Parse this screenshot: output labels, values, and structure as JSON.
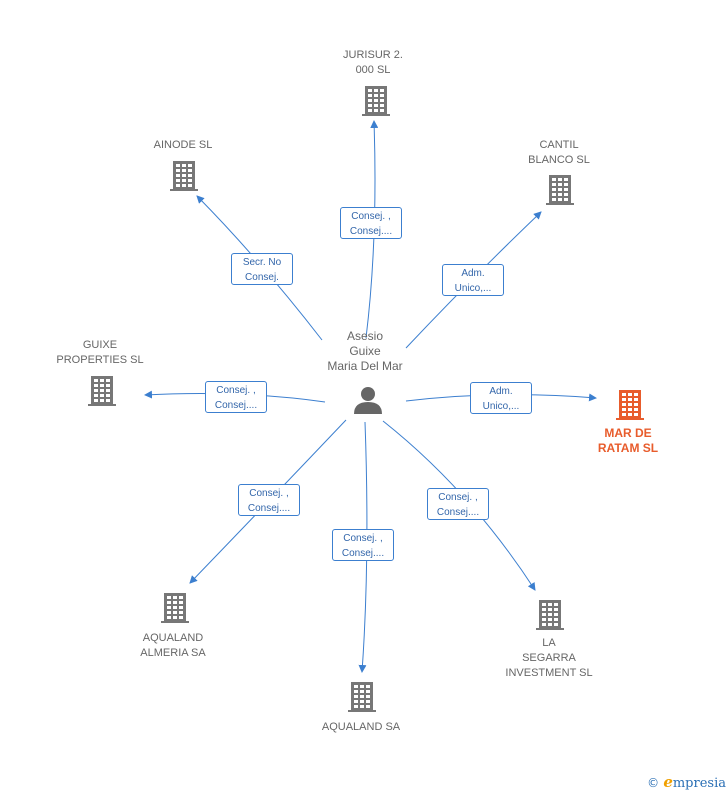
{
  "colors": {
    "edge": "#3c7fcf",
    "building": "#777777",
    "building_highlight": "#e85c2c",
    "person": "#666666"
  },
  "center": {
    "label": "Asesio\nGuixe\nMaria Del Mar",
    "icon": "person-icon"
  },
  "nodes": [
    {
      "id": "jurisur",
      "label": "JURISUR 2.\n000  SL",
      "icon": "building-icon",
      "highlight": false
    },
    {
      "id": "ainode",
      "label": "AINODE  SL",
      "icon": "building-icon",
      "highlight": false
    },
    {
      "id": "cantil",
      "label": "CANTIL\nBLANCO  SL",
      "icon": "building-icon",
      "highlight": false
    },
    {
      "id": "guixe",
      "label": "GUIXE\nPROPERTIES SL",
      "icon": "building-icon",
      "highlight": false
    },
    {
      "id": "mar",
      "label": "MAR DE\nRATAM  SL",
      "icon": "building-icon",
      "highlight": true
    },
    {
      "id": "almeria",
      "label": "AQUALAND\nALMERIA SA",
      "icon": "building-icon",
      "highlight": false
    },
    {
      "id": "aqualand",
      "label": "AQUALAND SA",
      "icon": "building-icon",
      "highlight": false
    },
    {
      "id": "segarra",
      "label": "LA\nSEGARRA\nINVESTMENT SL",
      "icon": "building-icon",
      "highlight": false
    }
  ],
  "edges": [
    {
      "to": "jurisur",
      "label": "Consej. ,\nConsej...."
    },
    {
      "to": "ainode",
      "label": "Secr.  No\nConsej."
    },
    {
      "to": "cantil",
      "label": "Adm.\nUnico,..."
    },
    {
      "to": "guixe",
      "label": "Consej. ,\nConsej...."
    },
    {
      "to": "mar",
      "label": "Adm.\nUnico,..."
    },
    {
      "to": "almeria",
      "label": "Consej. ,\nConsej...."
    },
    {
      "to": "aqualand",
      "label": "Consej. ,\nConsej...."
    },
    {
      "to": "segarra",
      "label": "Consej. ,\nConsej...."
    }
  ],
  "footer": {
    "copyright": "©",
    "brand_e": "e",
    "brand_rest": "mpresia"
  }
}
